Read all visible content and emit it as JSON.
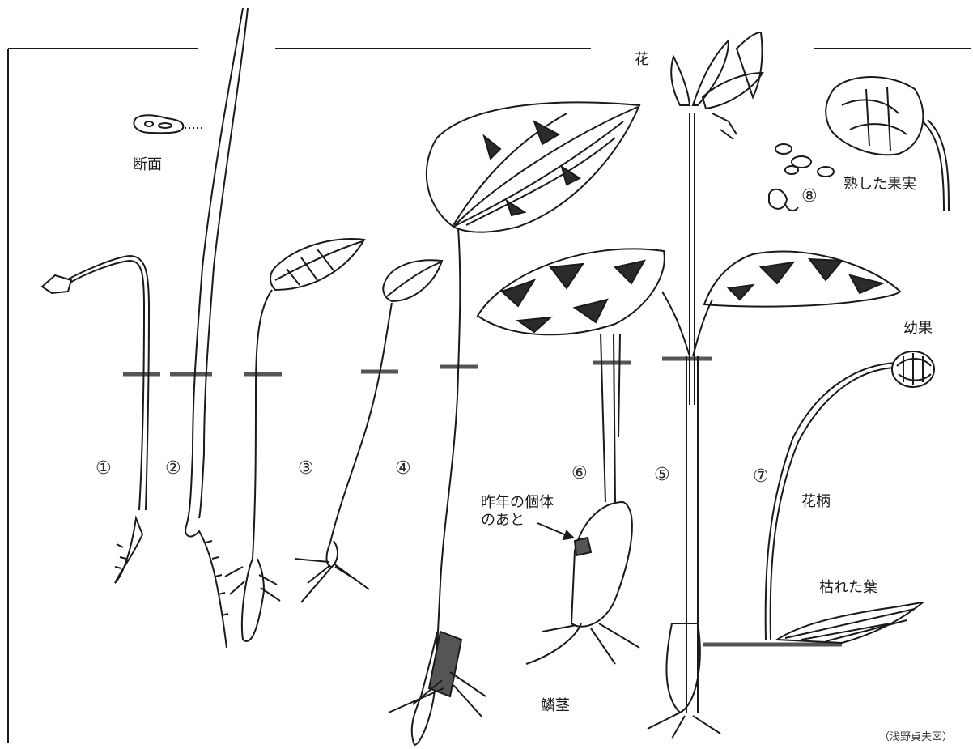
{
  "colors": {
    "ink": "#1a1a1a",
    "soil": "#555555",
    "mottle": "#2b2b2b",
    "leaf_fill": "#ffffff"
  },
  "labels": {
    "flower": "花",
    "cross_section": "断面",
    "ripe_fruit": "熟した果実",
    "young_fruit": "幼果",
    "pedicel": "花柄",
    "withered_leaves": "枯れた葉",
    "bulb": "鱗茎",
    "last_year_trace": "昨年の個体\nのあと"
  },
  "stage_numbers": [
    "①",
    "②",
    "③",
    "④",
    "⑤",
    "⑥",
    "⑦",
    "⑧"
  ],
  "credit": "（浅野貞夫図）"
}
